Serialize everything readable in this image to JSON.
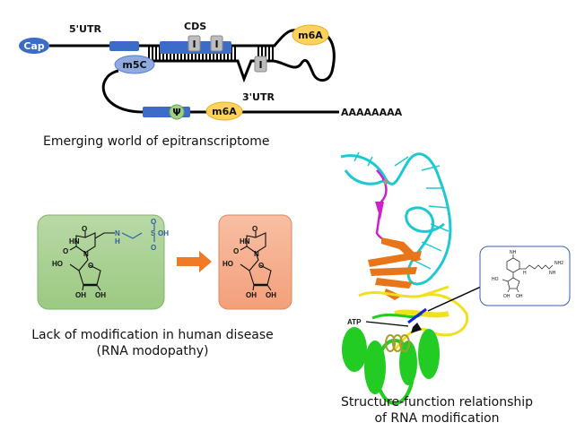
{
  "mrna_diagram": {
    "cap_label": "Cap",
    "utr5_label": "5'UTR",
    "cds_label": "CDS",
    "utr3_label": "3'UTR",
    "polyA_label": "AAAAAAAA",
    "m5c_label": "m5C",
    "m6a_label": "m6A",
    "psi_label": "Ψ",
    "inosine_label": "I",
    "caption": "Emerging world of epitranscriptome",
    "colors": {
      "region_blue": "#3b6cc7",
      "m5c": "#8eaadf",
      "m6a": "#fdd35e",
      "psi": "#9fd08a",
      "inosine": "#bdbdbd"
    }
  },
  "modopathy": {
    "modified_box": {
      "color": "#a9d18e",
      "labels": {
        "nh": "HN",
        "o": "O",
        "n": "N",
        "ho": "HO",
        "oh": "OH",
        "s": "S",
        "sulfo_oh": "OH",
        "amine_n": "N",
        "amine_h": "H"
      }
    },
    "unmodified_box": {
      "color": "#f4a582"
    },
    "arrow_color": "#f07a26",
    "caption_line1": "Lack of modification in human disease",
    "caption_line2": "(RNA modopathy)"
  },
  "structure": {
    "atp_label": "ATP",
    "inset_labels": {
      "nh": "NH",
      "nh2": "NH2",
      "n": "N",
      "h": "H",
      "ho": "HO",
      "oh": "OH"
    },
    "colors": {
      "rna": "#1ec8d0",
      "magenta": "#cc22cc",
      "orange": "#e8751a",
      "yellow": "#f0e020",
      "green": "#22cc22"
    },
    "caption_line1": "Structure-function relationship",
    "caption_line2": "of RNA modification"
  }
}
